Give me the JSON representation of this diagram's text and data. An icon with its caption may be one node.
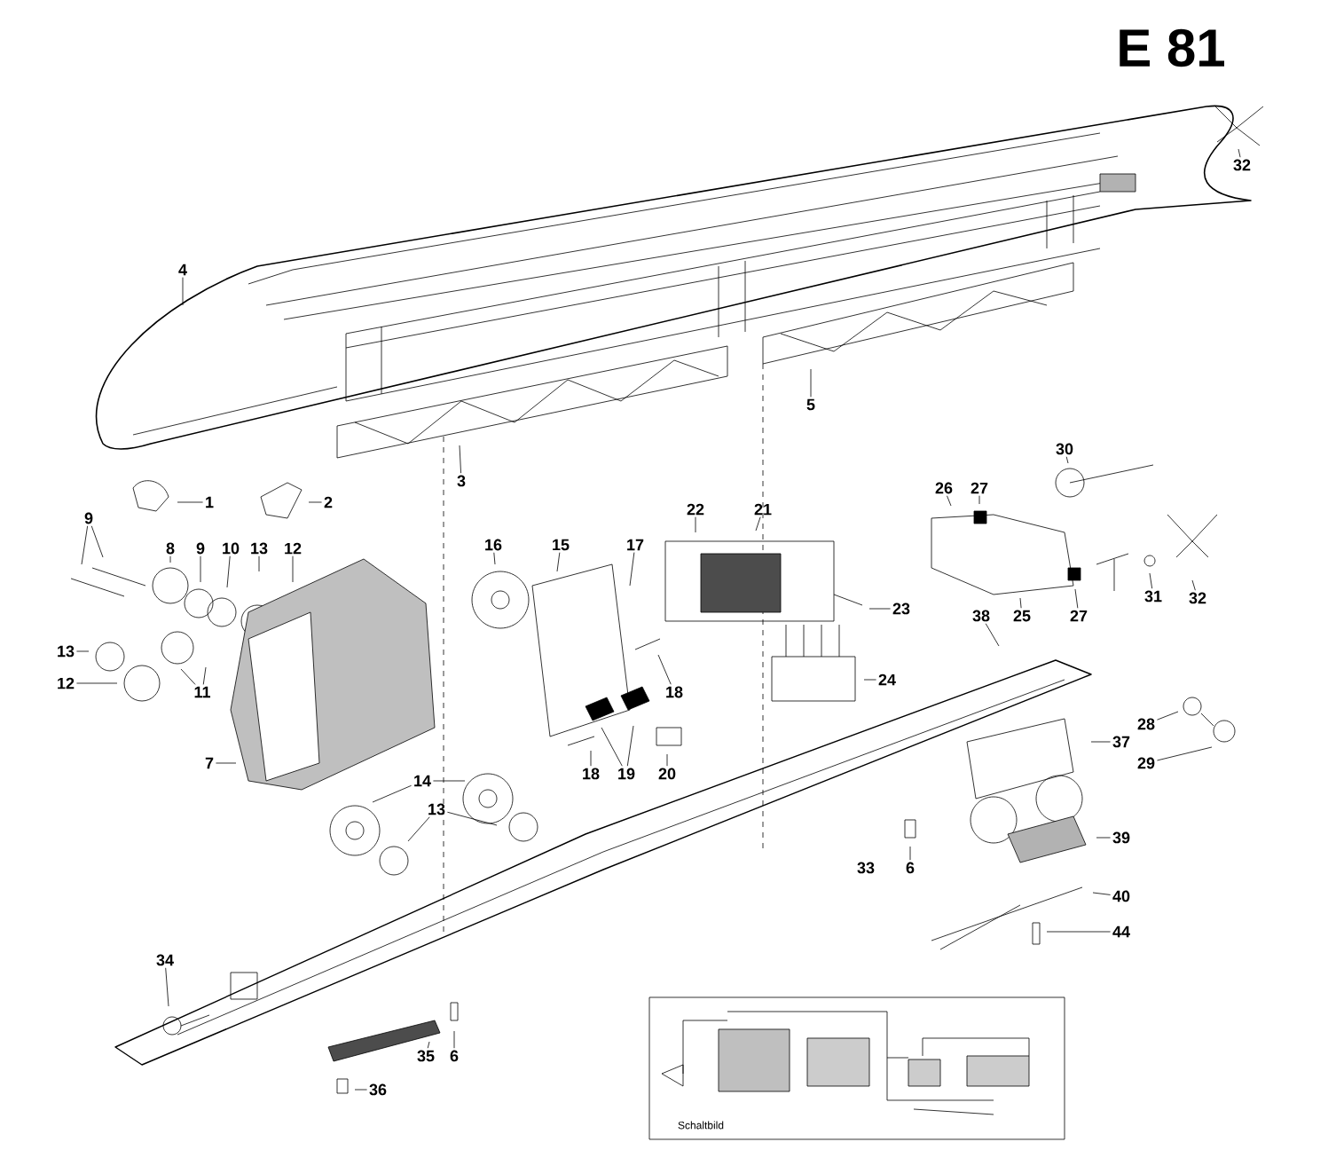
{
  "diagram": {
    "title": "E 81",
    "nodes": [
      {
        "text": [
          "32"
        ]
      },
      {
        "text": [
          "4"
        ]
      },
      {
        "text": [
          "5"
        ]
      },
      {
        "text": [
          "30"
        ]
      },
      {
        "text": [
          "3"
        ]
      },
      {
        "text": [
          "26"
        ]
      },
      {
        "text": [
          "27"
        ]
      },
      {
        "text": [
          "1"
        ]
      },
      {
        "text": [
          "2"
        ]
      },
      {
        "text": [
          "22"
        ]
      },
      {
        "text": [
          "21"
        ]
      },
      {
        "text": [
          "9"
        ]
      },
      {
        "text": [
          "16"
        ]
      },
      {
        "text": [
          "15"
        ]
      },
      {
        "text": [
          "17"
        ]
      },
      {
        "text": [
          "8"
        ]
      },
      {
        "text": [
          "9"
        ]
      },
      {
        "text": [
          "10"
        ]
      },
      {
        "text": [
          "13"
        ]
      },
      {
        "text": [
          "12"
        ]
      },
      {
        "text": [
          "31"
        ]
      },
      {
        "text": [
          "32"
        ]
      },
      {
        "text": [
          "23"
        ]
      },
      {
        "text": [
          "38"
        ]
      },
      {
        "text": [
          "25"
        ]
      },
      {
        "text": [
          "27"
        ]
      },
      {
        "text": [
          "13"
        ]
      },
      {
        "text": [
          "24"
        ]
      },
      {
        "text": [
          "12"
        ]
      },
      {
        "text": [
          "18"
        ]
      },
      {
        "text": [
          "11"
        ]
      },
      {
        "text": [
          "28"
        ]
      },
      {
        "text": [
          "37"
        ]
      },
      {
        "text": [
          "7"
        ]
      },
      {
        "text": [
          "29"
        ]
      },
      {
        "text": [
          "18"
        ]
      },
      {
        "text": [
          "19"
        ]
      },
      {
        "text": [
          "20"
        ]
      },
      {
        "text": [
          "14"
        ]
      },
      {
        "text": [
          "13"
        ]
      },
      {
        "text": [
          "39"
        ]
      },
      {
        "text": [
          "6"
        ]
      },
      {
        "text": [
          "40"
        ]
      },
      {
        "text": [
          "44"
        ]
      },
      {
        "text": [
          "34"
        ]
      },
      {
        "text": [
          "35"
        ]
      },
      {
        "text": [
          "6"
        ]
      },
      {
        "text": [
          "36"
        ]
      }
    ],
    "edges": [
      {
        "from": 0,
        "to": null,
        "arrow": "none"
      },
      {
        "from": 1,
        "to": null,
        "arrow": "none"
      },
      {
        "from": 2,
        "to": null,
        "arrow": "none"
      },
      {
        "from": 3,
        "to": null,
        "arrow": "none"
      },
      {
        "from": 4,
        "to": null,
        "arrow": "none"
      },
      {
        "from": 5,
        "to": null,
        "arrow": "none"
      },
      {
        "from": 6,
        "to": null,
        "arrow": "none"
      },
      {
        "from": 7,
        "to": null,
        "arrow": "none"
      },
      {
        "from": 8,
        "to": null,
        "arrow": "none"
      },
      {
        "from": 9,
        "to": null,
        "arrow": "none"
      },
      {
        "from": 10,
        "to": null,
        "arrow": "none"
      },
      {
        "from": 11,
        "to": null,
        "arrow": "none"
      },
      {
        "from": 11,
        "to": null,
        "arrow": "none"
      },
      {
        "from": 12,
        "to": null,
        "arrow": "none"
      },
      {
        "from": 13,
        "to": null,
        "arrow": "none"
      },
      {
        "from": 14,
        "to": null,
        "arrow": "none"
      },
      {
        "from": 15,
        "to": null,
        "arrow": "none"
      },
      {
        "from": 16,
        "to": null,
        "arrow": "none"
      },
      {
        "from": 17,
        "to": null,
        "arrow": "none"
      },
      {
        "from": 18,
        "to": null,
        "arrow": "none"
      },
      {
        "from": 19,
        "to": null,
        "arrow": "none"
      },
      {
        "from": 20,
        "to": null,
        "arrow": "none"
      },
      {
        "from": 21,
        "to": null,
        "arrow": "none"
      },
      {
        "from": 22,
        "to": null,
        "arrow": "none"
      },
      {
        "from": 23,
        "to": null,
        "arrow": "none"
      },
      {
        "from": 24,
        "to": null,
        "arrow": "none"
      },
      {
        "from": 25,
        "to": null,
        "arrow": "none"
      },
      {
        "from": 26,
        "to": null,
        "arrow": "none"
      },
      {
        "from": 27,
        "to": null,
        "arrow": "none"
      },
      {
        "from": 28,
        "to": null,
        "arrow": "none"
      },
      {
        "from": 29,
        "to": null,
        "arrow": "none"
      },
      {
        "from": 30,
        "to": null,
        "arrow": "none"
      },
      {
        "from": 30,
        "to": null,
        "arrow": "none"
      },
      {
        "from": 31,
        "to": null,
        "arrow": "none"
      },
      {
        "from": 32,
        "to": null,
        "arrow": "none"
      },
      {
        "from": 33,
        "to": null,
        "arrow": "none"
      },
      {
        "from": 34,
        "to": null,
        "arrow": "none"
      },
      {
        "from": 35,
        "to": null,
        "arrow": "none"
      },
      {
        "from": 36,
        "to": null,
        "arrow": "none"
      },
      {
        "from": 36,
        "to": null,
        "arrow": "none"
      },
      {
        "from": 37,
        "to": null,
        "arrow": "none"
      },
      {
        "from": 38,
        "to": null,
        "arrow": "none"
      },
      {
        "from": 38,
        "to": null,
        "arrow": "none"
      },
      {
        "from": 39,
        "to": null,
        "arrow": "none"
      },
      {
        "from": 39,
        "to": null,
        "arrow": "none"
      },
      {
        "from": 40,
        "to": null,
        "arrow": "none"
      },
      {
        "from": 41,
        "to": null,
        "arrow": "none"
      },
      {
        "from": 42,
        "to": null,
        "arrow": "none"
      },
      {
        "from": 43,
        "to": null,
        "arrow": "none"
      },
      {
        "from": 44,
        "to": null,
        "arrow": "none"
      },
      {
        "from": 45,
        "to": null,
        "arrow": "none"
      },
      {
        "from": 46,
        "to": null,
        "arrow": "none"
      },
      {
        "from": 47,
        "to": null,
        "arrow": "none"
      }
    ],
    "labels": [
      "33",
      "Schaltbild"
    ]
  }
}
